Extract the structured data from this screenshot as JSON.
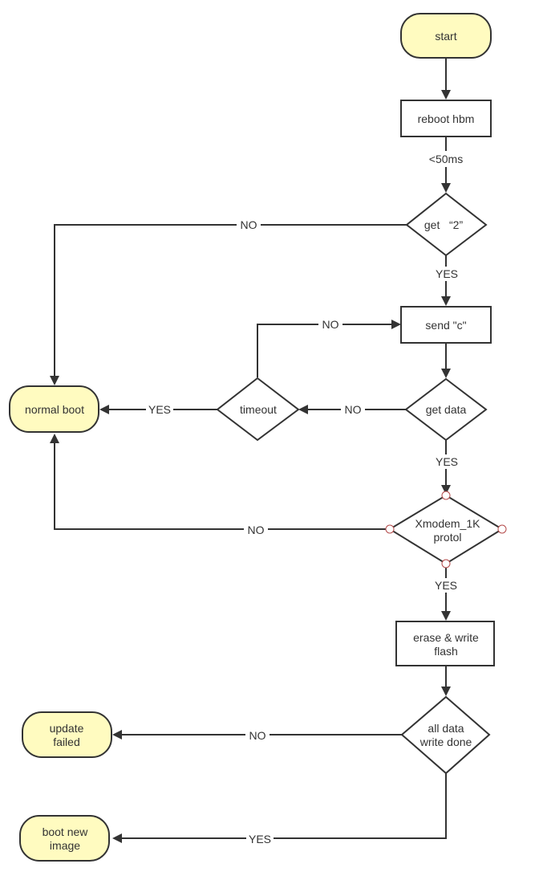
{
  "nodes": {
    "start": "start",
    "reboot": "reboot hbm",
    "get2": "get   “2”",
    "sendc": "send \"c\"",
    "getdata": "get data",
    "timeout": "timeout",
    "normalboot": "normal boot",
    "xmodem_line1": "Xmodem_1K",
    "xmodem_line2": "protol",
    "erase_line1": "erase & write",
    "erase_line2": "flash",
    "alldata_line1": "all data",
    "alldata_line2": "write done",
    "updatefailed_line1": "update",
    "updatefailed_line2": "failed",
    "bootnew_line1": "boot new",
    "bootnew_line2": "image"
  },
  "edges": {
    "reboot_to_get2": "<50ms",
    "get2_no": "NO",
    "get2_yes": "YES",
    "timeout_no": "NO",
    "getdata_no": "NO",
    "timeout_yes": "YES",
    "getdata_yes": "YES",
    "xmodem_no": "NO",
    "xmodem_yes": "YES",
    "alldata_no": "NO",
    "alldata_yes": "YES"
  }
}
